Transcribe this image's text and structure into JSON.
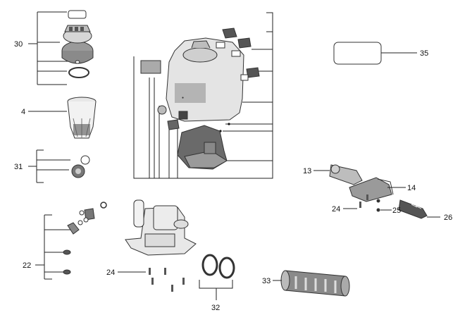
{
  "callouts": {
    "c30": "30",
    "c4": "4",
    "c31": "31",
    "c22": "22",
    "c24a": "24",
    "c32": "32",
    "c33": "33",
    "c35": "35",
    "c13": "13",
    "c14": "14",
    "c24b": "24",
    "c25": "25",
    "c26": "26"
  },
  "icons": {
    "tank": "water-tank-icon",
    "cap": "screw-cap-icon",
    "filter": "filter-basket-icon",
    "pump": "pump-assembly-icon",
    "nozzle": "spray-nozzle-icon",
    "hose": "corrugated-hose-icon"
  },
  "colors": {
    "line": "#222222",
    "part_fill": "#e6e6e6",
    "part_dark": "#6a6a6a",
    "background": "#ffffff"
  }
}
